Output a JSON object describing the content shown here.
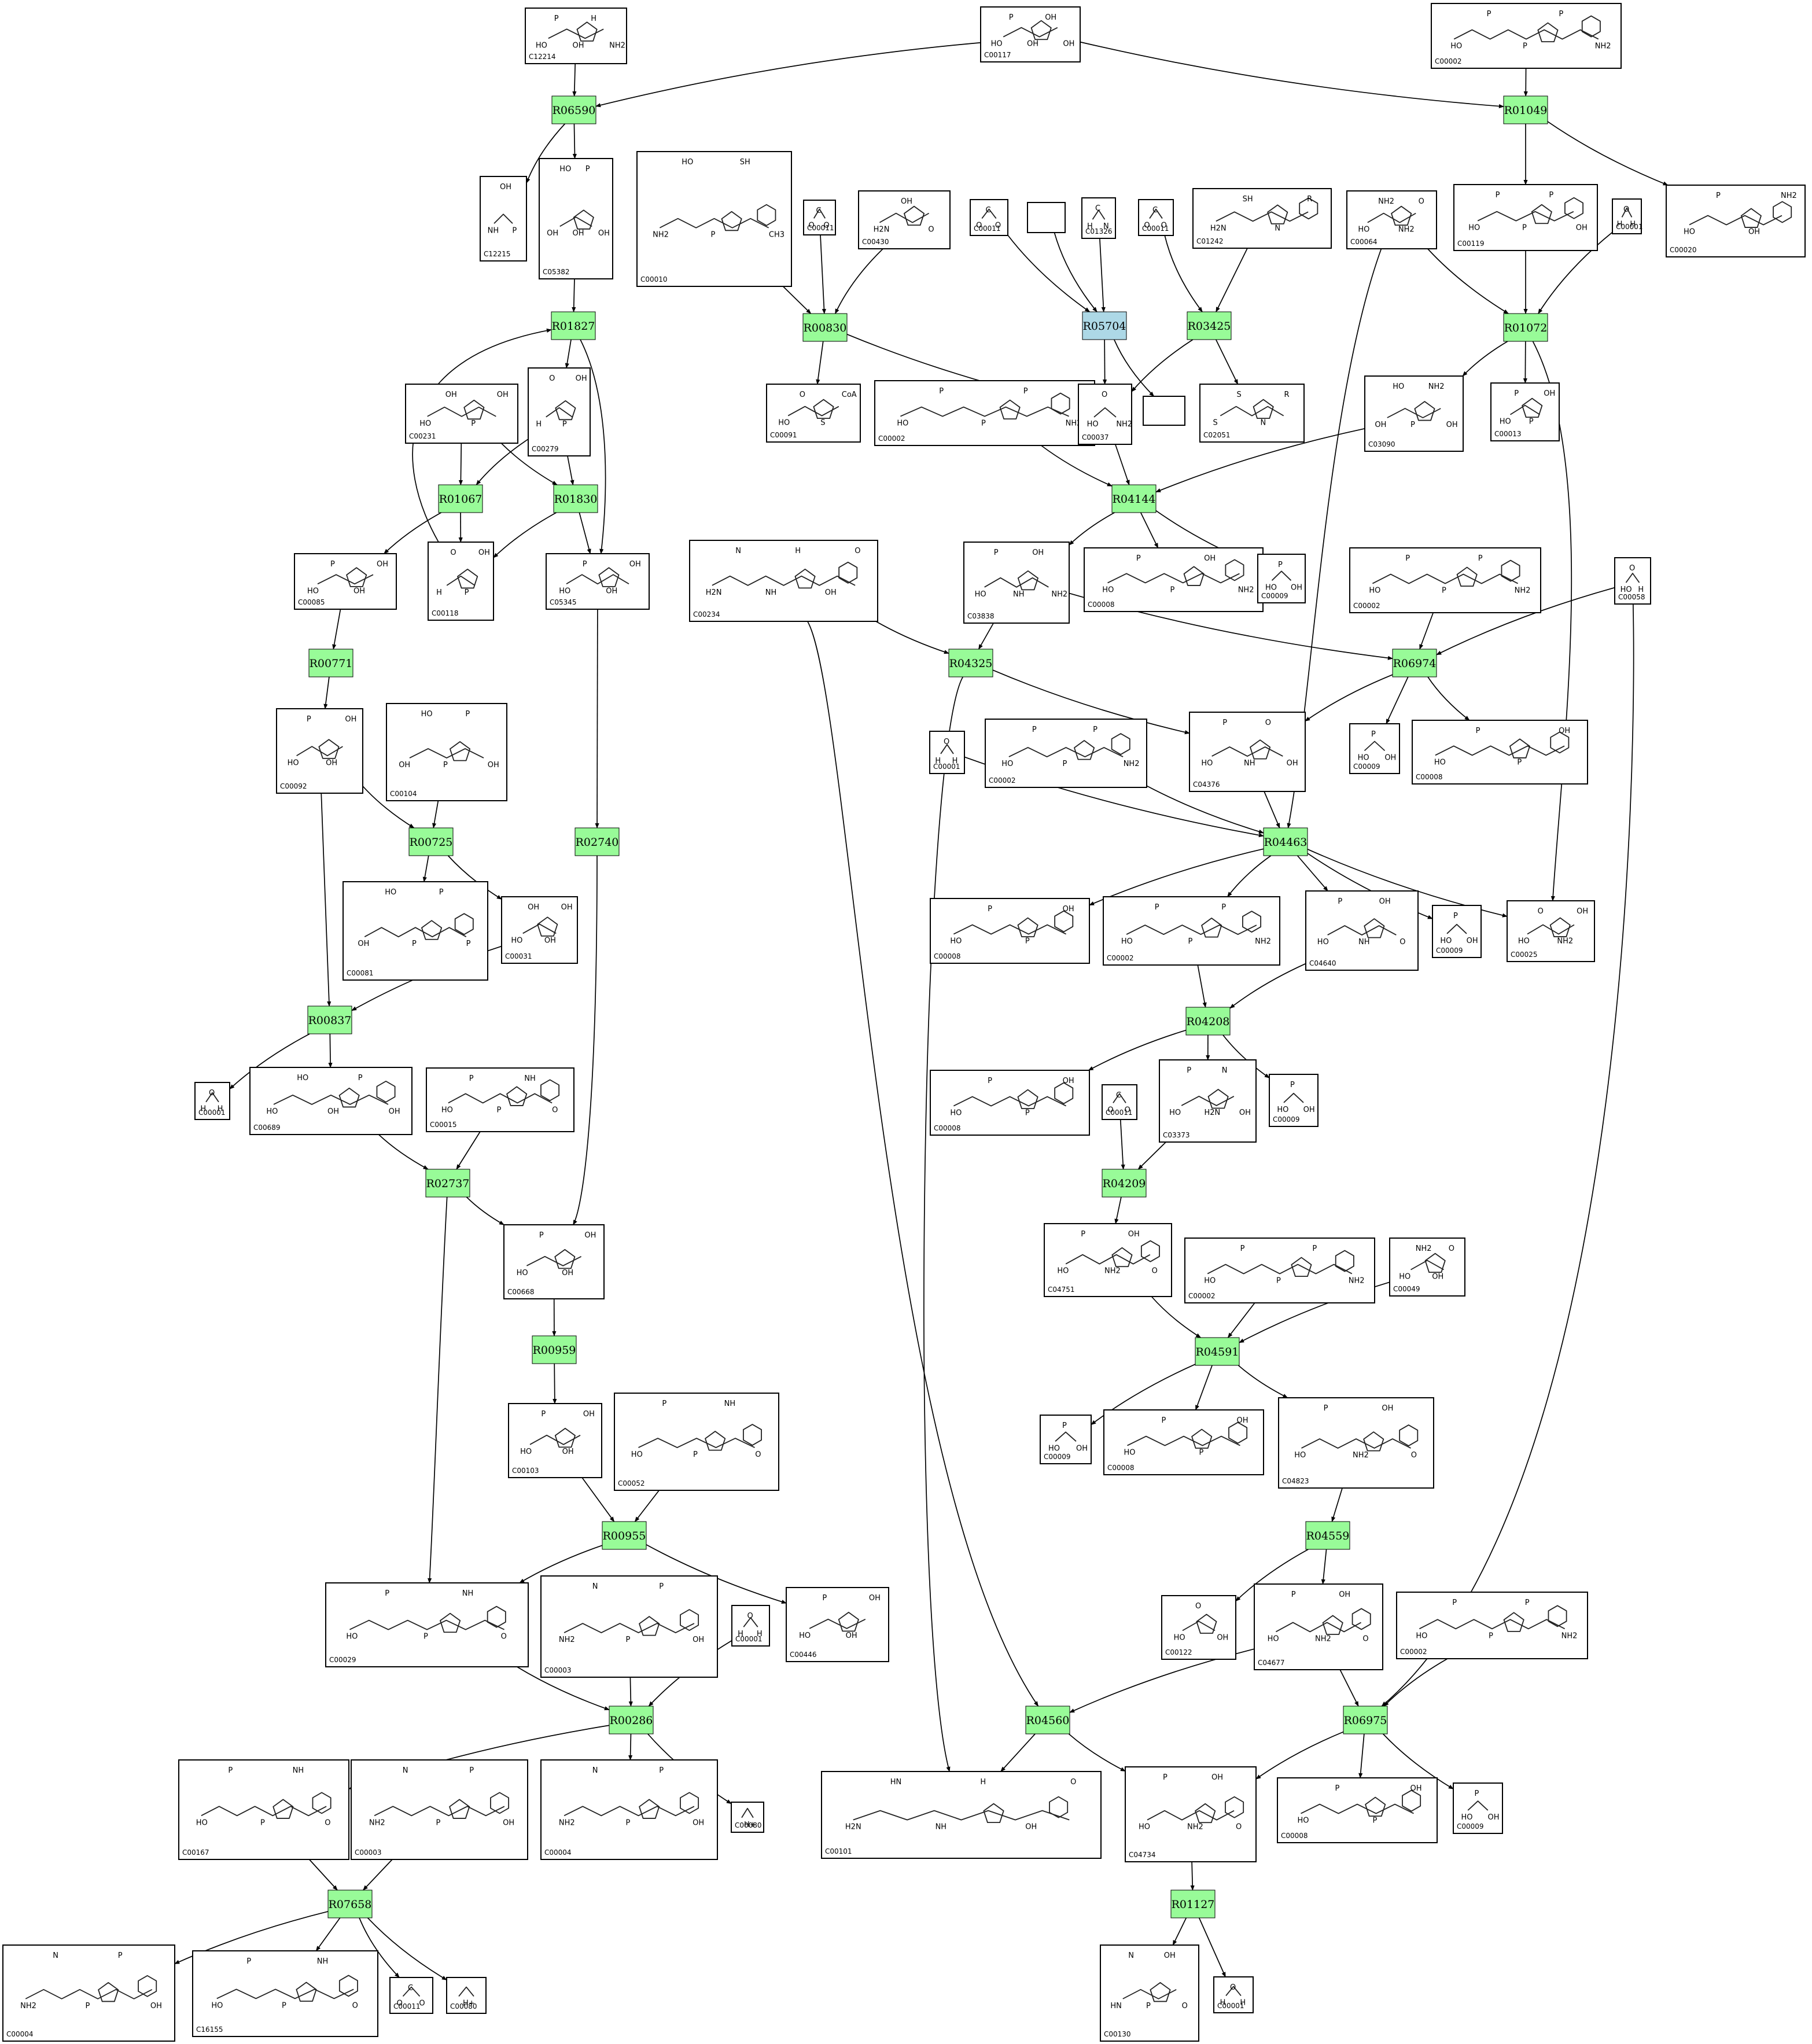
{
  "colors": {
    "reaction": "#98fb98",
    "reaction_special": "#add8e6",
    "stroke": "#000000"
  },
  "reactions": [
    {
      "id": "R06590"
    },
    {
      "id": "R01049"
    },
    {
      "id": "R01827"
    },
    {
      "id": "R00830"
    },
    {
      "id": "R05704",
      "special": true
    },
    {
      "id": "R03425"
    },
    {
      "id": "R01072"
    },
    {
      "id": "R01067"
    },
    {
      "id": "R01830"
    },
    {
      "id": "R04144"
    },
    {
      "id": "R00771"
    },
    {
      "id": "R04325"
    },
    {
      "id": "R06974"
    },
    {
      "id": "R00725"
    },
    {
      "id": "R02740"
    },
    {
      "id": "R04463"
    },
    {
      "id": "R00837"
    },
    {
      "id": "R04208"
    },
    {
      "id": "R02737"
    },
    {
      "id": "R04209"
    },
    {
      "id": "R00959"
    },
    {
      "id": "R04591"
    },
    {
      "id": "R00955"
    },
    {
      "id": "R04559"
    },
    {
      "id": "R00286"
    },
    {
      "id": "R04560"
    },
    {
      "id": "R06975"
    },
    {
      "id": "R07658"
    },
    {
      "id": "R01127"
    }
  ],
  "compounds": [
    {
      "key": "k1",
      "label": "C12214",
      "atoms": [
        "HO",
        "P",
        "OH",
        "H",
        "NH2"
      ]
    },
    {
      "key": "k2",
      "label": "C00117",
      "atoms": [
        "HO",
        "P",
        "OH",
        "OH",
        "OH"
      ]
    },
    {
      "key": "k3",
      "label": "C00002",
      "atoms": [
        "HO",
        "P",
        "P",
        "P",
        "NH2"
      ]
    },
    {
      "key": "k4",
      "label": "C12215",
      "atoms": [
        "NH",
        "OH",
        "P"
      ]
    },
    {
      "key": "k5",
      "label": "C05382",
      "atoms": [
        "OH",
        "HO",
        "OH",
        "P",
        "OH"
      ]
    },
    {
      "key": "k6",
      "label": "C00010",
      "atoms": [
        "NH2",
        "HO",
        "P",
        "SH",
        "CH3"
      ]
    },
    {
      "key": "k7",
      "label": "C00011",
      "atoms": [
        "O",
        "C",
        "O"
      ]
    },
    {
      "key": "k8",
      "label": "C00430",
      "atoms": [
        "H2N",
        "OH",
        "O"
      ]
    },
    {
      "key": "k9",
      "label": "C00011",
      "atoms": [
        "O",
        "C",
        "O"
      ]
    },
    {
      "key": "k10",
      "label": "",
      "atoms": []
    },
    {
      "key": "k11",
      "label": "C01326",
      "atoms": [
        "H",
        "C",
        "N"
      ]
    },
    {
      "key": "k12",
      "label": "C00011",
      "atoms": [
        "O",
        "C",
        "O"
      ]
    },
    {
      "key": "k13",
      "label": "C01242",
      "atoms": [
        "H2N",
        "SH",
        "N",
        "R"
      ]
    },
    {
      "key": "k14",
      "label": "C00064",
      "atoms": [
        "HO",
        "NH2",
        "NH2",
        "O"
      ]
    },
    {
      "key": "k15",
      "label": "C00119",
      "atoms": [
        "HO",
        "P",
        "P",
        "P",
        "OH"
      ]
    },
    {
      "key": "k16",
      "label": "C00001",
      "atoms": [
        "H",
        "O",
        "H"
      ]
    },
    {
      "key": "k17",
      "label": "C00020",
      "atoms": [
        "HO",
        "P",
        "OH",
        "NH2"
      ]
    },
    {
      "key": "k18",
      "label": "C00231",
      "atoms": [
        "HO",
        "OH",
        "P",
        "OH"
      ]
    },
    {
      "key": "k19",
      "label": "C00279",
      "atoms": [
        "H",
        "O",
        "P",
        "OH"
      ]
    },
    {
      "key": "k20",
      "label": "C00091",
      "atoms": [
        "HO",
        "O",
        "S",
        "CoA"
      ]
    },
    {
      "key": "k21",
      "label": "C00002",
      "atoms": [
        "HO",
        "P",
        "P",
        "P",
        "NH2"
      ]
    },
    {
      "key": "k22",
      "label": "C00037",
      "atoms": [
        "HO",
        "O",
        "NH2"
      ]
    },
    {
      "key": "k23",
      "label": "",
      "atoms": []
    },
    {
      "key": "k24",
      "label": "C02051",
      "atoms": [
        "S",
        "S",
        "N",
        "R"
      ]
    },
    {
      "key": "k25",
      "label": "C03090",
      "atoms": [
        "OH",
        "HO",
        "P",
        "NH2",
        "OH"
      ]
    },
    {
      "key": "k26",
      "label": "C00013",
      "atoms": [
        "HO",
        "P",
        "P",
        "OH"
      ]
    },
    {
      "key": "k27",
      "label": "C00085",
      "atoms": [
        "HO",
        "P",
        "OH",
        "OH"
      ]
    },
    {
      "key": "k28",
      "label": "C00118",
      "atoms": [
        "H",
        "O",
        "P",
        "OH"
      ]
    },
    {
      "key": "k29",
      "label": "C05345",
      "atoms": [
        "HO",
        "P",
        "OH",
        "OH"
      ]
    },
    {
      "key": "k30",
      "label": "C00234",
      "atoms": [
        "H2N",
        "N",
        "NH",
        "H",
        "OH",
        "O"
      ]
    },
    {
      "key": "k31",
      "label": "C03838",
      "atoms": [
        "HO",
        "P",
        "NH",
        "OH",
        "NH2"
      ]
    },
    {
      "key": "k32",
      "label": "C00008",
      "atoms": [
        "HO",
        "P",
        "P",
        "OH",
        "NH2"
      ]
    },
    {
      "key": "k33",
      "label": "C00009",
      "atoms": [
        "HO",
        "P",
        "OH"
      ]
    },
    {
      "key": "k34",
      "label": "C00002",
      "atoms": [
        "HO",
        "P",
        "P",
        "P",
        "NH2"
      ]
    },
    {
      "key": "k35",
      "label": "C00058",
      "atoms": [
        "HO",
        "O",
        "H"
      ]
    },
    {
      "key": "k36",
      "label": "C00092",
      "atoms": [
        "HO",
        "P",
        "OH",
        "OH"
      ]
    },
    {
      "key": "k37",
      "label": "C00104",
      "atoms": [
        "OH",
        "HO",
        "P",
        "P",
        "OH"
      ]
    },
    {
      "key": "k38",
      "label": "C00001",
      "atoms": [
        "H",
        "O",
        "H"
      ]
    },
    {
      "key": "k39",
      "label": "C00002",
      "atoms": [
        "HO",
        "P",
        "P",
        "P",
        "NH2"
      ]
    },
    {
      "key": "k40",
      "label": "C04376",
      "atoms": [
        "HO",
        "P",
        "NH",
        "O",
        "OH"
      ]
    },
    {
      "key": "k41",
      "label": "C00009",
      "atoms": [
        "HO",
        "P",
        "OH"
      ]
    },
    {
      "key": "k42",
      "label": "C00008",
      "atoms": [
        "HO",
        "P",
        "P",
        "OH"
      ]
    },
    {
      "key": "k43",
      "label": "C00081",
      "atoms": [
        "OH",
        "HO",
        "P",
        "P",
        "P"
      ]
    },
    {
      "key": "k44",
      "label": "C00031",
      "atoms": [
        "HO",
        "OH",
        "OH",
        "OH"
      ]
    },
    {
      "key": "k45",
      "label": "C00008",
      "atoms": [
        "HO",
        "P",
        "P",
        "OH"
      ]
    },
    {
      "key": "k46",
      "label": "C00002",
      "atoms": [
        "HO",
        "P",
        "P",
        "P",
        "NH2"
      ]
    },
    {
      "key": "k47",
      "label": "C04640",
      "atoms": [
        "HO",
        "P",
        "NH",
        "OH",
        "O"
      ]
    },
    {
      "key": "k48",
      "label": "C00009",
      "atoms": [
        "HO",
        "P",
        "OH"
      ]
    },
    {
      "key": "k49",
      "label": "C00025",
      "atoms": [
        "HO",
        "O",
        "NH2",
        "OH"
      ]
    },
    {
      "key": "k50",
      "label": "C00001",
      "atoms": [
        "H",
        "O",
        "H"
      ]
    },
    {
      "key": "k51",
      "label": "C00689",
      "atoms": [
        "HO",
        "HO",
        "OH",
        "P",
        "OH"
      ]
    },
    {
      "key": "k52",
      "label": "C00015",
      "atoms": [
        "HO",
        "P",
        "P",
        "NH",
        "O"
      ]
    },
    {
      "key": "k53",
      "label": "C00008",
      "atoms": [
        "HO",
        "P",
        "P",
        "OH"
      ]
    },
    {
      "key": "k54",
      "label": "C00011",
      "atoms": [
        "O",
        "C",
        "O"
      ]
    },
    {
      "key": "k55",
      "label": "C03373",
      "atoms": [
        "HO",
        "P",
        "H2N",
        "N",
        "OH"
      ]
    },
    {
      "key": "k56",
      "label": "C00009",
      "atoms": [
        "HO",
        "P",
        "OH"
      ]
    },
    {
      "key": "k57",
      "label": "C00668",
      "atoms": [
        "HO",
        "P",
        "OH",
        "OH"
      ]
    },
    {
      "key": "k58",
      "label": "C04751",
      "atoms": [
        "HO",
        "P",
        "NH2",
        "OH",
        "O"
      ]
    },
    {
      "key": "k59",
      "label": "C00002",
      "atoms": [
        "HO",
        "P",
        "P",
        "P",
        "NH2"
      ]
    },
    {
      "key": "k60",
      "label": "C00049",
      "atoms": [
        "HO",
        "NH2",
        "OH",
        "O"
      ]
    },
    {
      "key": "k61",
      "label": "C00103",
      "atoms": [
        "HO",
        "P",
        "OH",
        "OH"
      ]
    },
    {
      "key": "k62",
      "label": "C00052",
      "atoms": [
        "HO",
        "P",
        "P",
        "NH",
        "O"
      ]
    },
    {
      "key": "k63",
      "label": "C00009",
      "atoms": [
        "HO",
        "P",
        "OH"
      ]
    },
    {
      "key": "k64",
      "label": "C00008",
      "atoms": [
        "HO",
        "P",
        "P",
        "OH"
      ]
    },
    {
      "key": "k65",
      "label": "C04823",
      "atoms": [
        "HO",
        "P",
        "NH2",
        "OH",
        "O"
      ]
    },
    {
      "key": "k66",
      "label": "C00029",
      "atoms": [
        "HO",
        "P",
        "P",
        "NH",
        "O"
      ]
    },
    {
      "key": "k67",
      "label": "C00003",
      "atoms": [
        "NH2",
        "N",
        "P",
        "P",
        "OH"
      ]
    },
    {
      "key": "k68",
      "label": "C00001",
      "atoms": [
        "H",
        "O",
        "H"
      ]
    },
    {
      "key": "k69",
      "label": "C00446",
      "atoms": [
        "HO",
        "P",
        "OH",
        "OH"
      ]
    },
    {
      "key": "k70",
      "label": "C00122",
      "atoms": [
        "HO",
        "O",
        "OH"
      ]
    },
    {
      "key": "k71",
      "label": "C04677",
      "atoms": [
        "HO",
        "P",
        "NH2",
        "OH",
        "O"
      ]
    },
    {
      "key": "k72",
      "label": "C00002",
      "atoms": [
        "HO",
        "P",
        "P",
        "P",
        "NH2"
      ]
    },
    {
      "key": "k73",
      "label": "C00167",
      "atoms": [
        "HO",
        "P",
        "P",
        "NH",
        "O"
      ]
    },
    {
      "key": "k74",
      "label": "C00003",
      "atoms": [
        "NH2",
        "N",
        "P",
        "P",
        "OH"
      ]
    },
    {
      "key": "k75",
      "label": "C00004",
      "atoms": [
        "NH2",
        "N",
        "P",
        "P",
        "OH"
      ]
    },
    {
      "key": "k76",
      "label": "C00080",
      "atoms": [
        "H+"
      ]
    },
    {
      "key": "k77",
      "label": "C00101",
      "atoms": [
        "H2N",
        "HN",
        "NH",
        "H",
        "OH",
        "O"
      ]
    },
    {
      "key": "k78",
      "label": "C04734",
      "atoms": [
        "HO",
        "P",
        "NH2",
        "OH",
        "O"
      ]
    },
    {
      "key": "k79",
      "label": "C00008",
      "atoms": [
        "HO",
        "P",
        "P",
        "OH"
      ]
    },
    {
      "key": "k80",
      "label": "C00009",
      "atoms": [
        "HO",
        "P",
        "OH"
      ]
    },
    {
      "key": "k81",
      "label": "C00004",
      "atoms": [
        "NH2",
        "N",
        "P",
        "P",
        "OH"
      ]
    },
    {
      "key": "k82",
      "label": "C16155",
      "atoms": [
        "HO",
        "P",
        "P",
        "NH",
        "O"
      ]
    },
    {
      "key": "k83",
      "label": "C00011",
      "atoms": [
        "O",
        "C",
        "O"
      ]
    },
    {
      "key": "k84",
      "label": "C00080",
      "atoms": [
        "H+"
      ]
    },
    {
      "key": "k85",
      "label": "C00130",
      "atoms": [
        "HN",
        "N",
        "P",
        "OH",
        "O"
      ]
    },
    {
      "key": "k86",
      "label": "C00001",
      "atoms": [
        "H",
        "O",
        "H"
      ]
    }
  ]
}
